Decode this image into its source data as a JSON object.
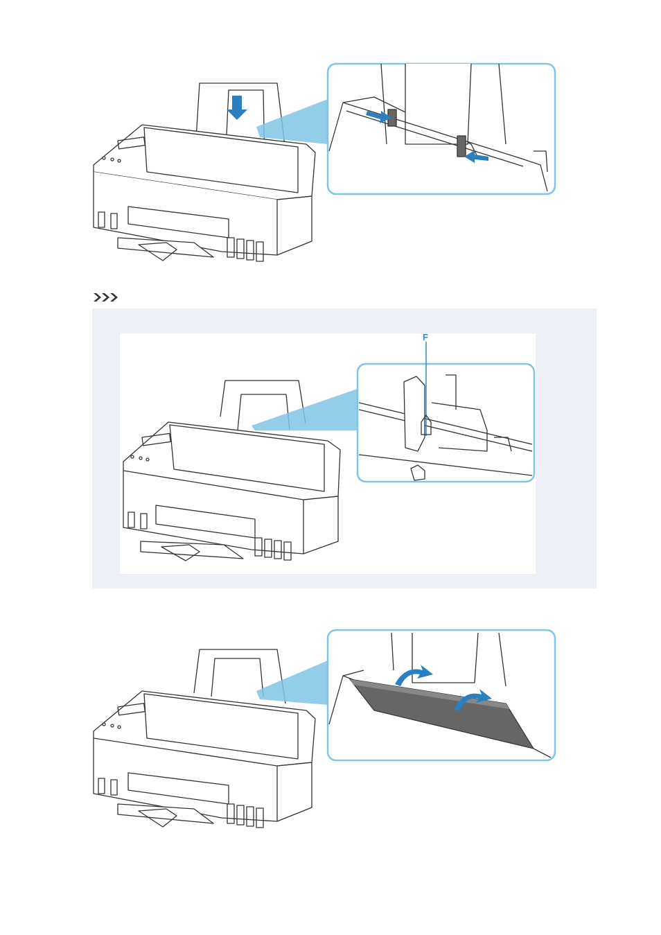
{
  "colors": {
    "accent": "#3a88c8",
    "callout_border": "#7ec3e8",
    "callout_beam": "#7fc4e6",
    "note_bg": "#eef0f7",
    "arrow": "#2a7fc0"
  },
  "figures": [
    {
      "id": "step-load-paper",
      "icon": "printer-load-paper-illustration"
    },
    {
      "id": "note-paper-guide-mark",
      "icon": "paper-guide-mark-illustration",
      "label": "F"
    },
    {
      "id": "step-close-slot-cover",
      "icon": "printer-close-cover-illustration"
    }
  ],
  "note": {
    "icon": "note-chevrons-icon"
  }
}
